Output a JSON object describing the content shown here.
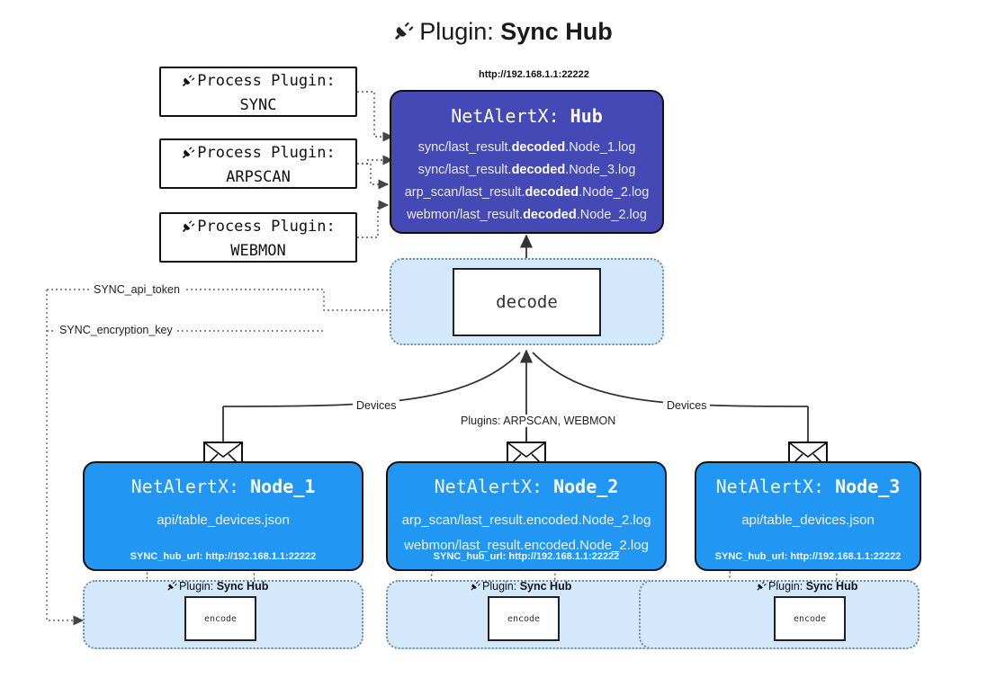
{
  "title": {
    "prefix": "Plugin: ",
    "name": "Sync Hub",
    "icon": "plug-icon"
  },
  "colors": {
    "hub_fill": "#4449b5",
    "node_fill": "#2196f3",
    "cluster_fill": "#d3e8fb",
    "cluster_border": "#6f8da3",
    "stroke": "#111111"
  },
  "process_plugins": [
    {
      "label": "Process Plugin:",
      "name": "SYNC"
    },
    {
      "label": "Process Plugin:",
      "name": "ARPSCAN"
    },
    {
      "label": "Process Plugin:",
      "name": "WEBMON"
    }
  ],
  "hub": {
    "url": "http://192.168.1.1:22222",
    "title_prefix": "NetAlertX: ",
    "title_name": "Hub",
    "lines": [
      {
        "pre": "sync/last_result.",
        "bold": "decoded",
        "post": ".Node_1.log"
      },
      {
        "pre": "sync/last_result.",
        "bold": "decoded",
        "post": ".Node_3.log"
      },
      {
        "pre": "arp_scan/last_result.",
        "bold": "decoded",
        "post": ".Node_2.log"
      },
      {
        "pre": "webmon/last_result.",
        "bold": "decoded",
        "post": ".Node_2.log"
      }
    ]
  },
  "decode": {
    "label": "decode"
  },
  "secrets": [
    {
      "label": "SYNC_api_token"
    },
    {
      "label": "SYNC_encryption_key"
    }
  ],
  "edge_labels": {
    "left_devices": "Devices",
    "center_plugins": "Plugins: ARPSCAN, WEBMON",
    "right_devices": "Devices"
  },
  "nodes": [
    {
      "title_prefix": "NetAlertX: ",
      "title_name": "Node_1",
      "lines": [
        "api/table_devices.json"
      ],
      "hub_url": "SYNC_hub_url: http://192.168.1.1:22222",
      "icon": "envelope-icon"
    },
    {
      "title_prefix": "NetAlertX: ",
      "title_name": "Node_2",
      "lines": [
        "arp_scan/last_result.encoded.Node_2.log",
        "webmon/last_result.encoded.Node_2.log"
      ],
      "hub_url": "SYNC_hub_url: http://192.168.1.1:22222",
      "icon": "envelope-icon"
    },
    {
      "title_prefix": "NetAlertX: ",
      "title_name": "Node_3",
      "lines": [
        "api/table_devices.json"
      ],
      "hub_url": "SYNC_hub_url: http://192.168.1.1:22222",
      "icon": "envelope-icon"
    }
  ],
  "encoders": [
    {
      "tag_prefix": "Plugin: ",
      "tag_name": "Sync Hub",
      "label": "encode"
    },
    {
      "tag_prefix": "Plugin: ",
      "tag_name": "Sync Hub",
      "label": "encode"
    },
    {
      "tag_prefix": "Plugin: ",
      "tag_name": "Sync Hub",
      "label": "encode"
    }
  ]
}
